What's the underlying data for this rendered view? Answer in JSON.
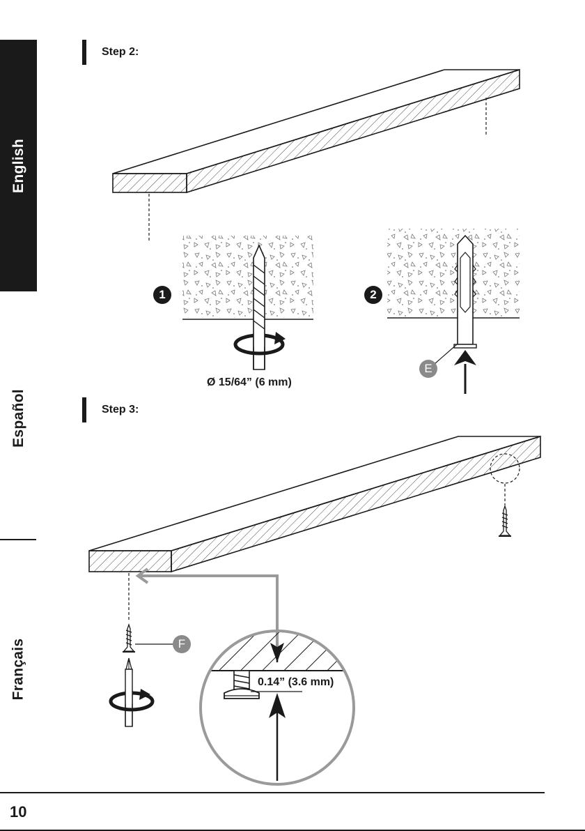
{
  "sidebar": {
    "tabs": [
      {
        "label": "English",
        "active": true
      },
      {
        "label": "Español",
        "active": false
      },
      {
        "label": "Français",
        "active": false
      }
    ]
  },
  "steps": {
    "step2": {
      "heading": "Step 2:",
      "callouts": {
        "one": "1",
        "two": "2",
        "anchor": "E"
      },
      "drill_dimension": "Ø 15/64” (6 mm)"
    },
    "step3": {
      "heading": "Step 3:",
      "callouts": {
        "screw": "F"
      },
      "gap_dimension": "0.14” (3.6 mm)"
    }
  },
  "footer": {
    "page_number": "10"
  },
  "colors": {
    "ink": "#1a1a1a",
    "callout_gray": "#8a8a8a",
    "arrow_gray": "#9a9a9a"
  }
}
